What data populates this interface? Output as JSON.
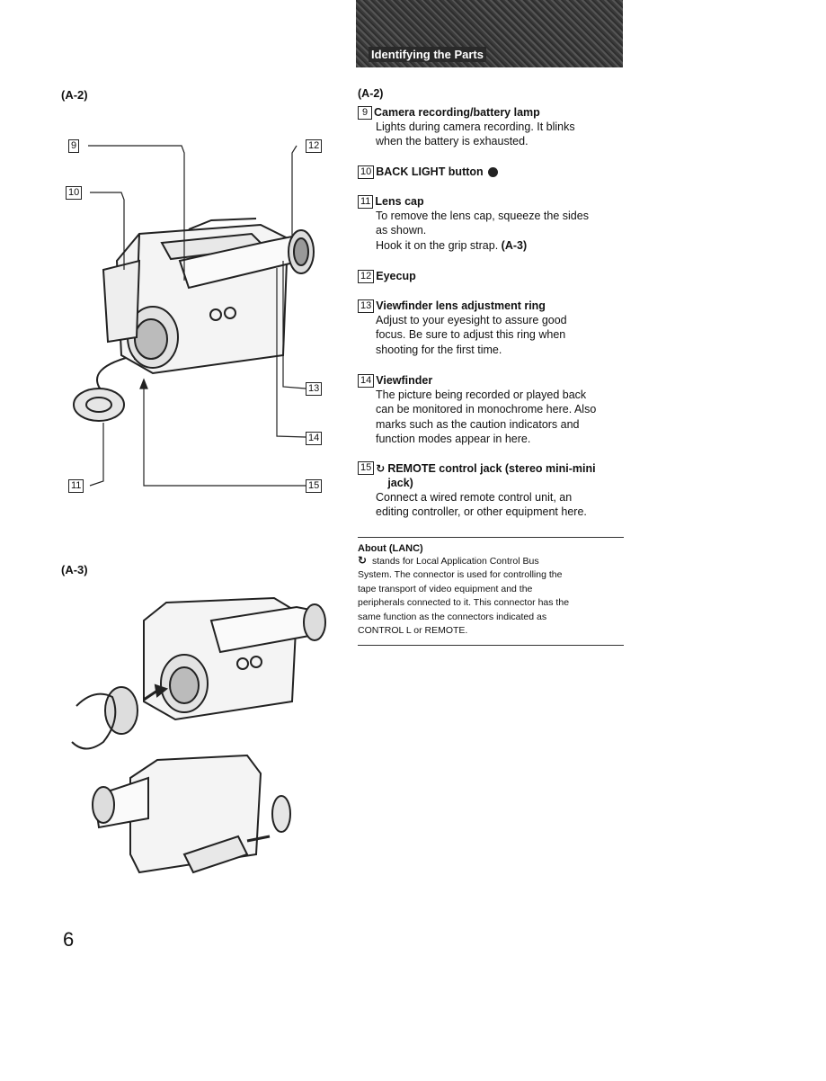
{
  "header": {
    "title": "Identifying the Parts"
  },
  "left": {
    "label_a2": "(A-2)",
    "label_a3": "(A-3)",
    "callouts": [
      "9",
      "10",
      "11",
      "12",
      "13",
      "14",
      "15"
    ]
  },
  "right": {
    "label": "(A-2)",
    "items": [
      {
        "num": "9",
        "title": "Camera recording/battery lamp",
        "desc": "Lights during camera recording. It blinks\nwhen the battery is exhausted."
      },
      {
        "num": "10",
        "title": "BACK LIGHT button",
        "desc": ""
      },
      {
        "num": "11",
        "title": "Lens cap",
        "desc": "To remove the lens cap, squeeze the sides\nas shown.\nHook it on the grip strap.",
        "ref": "(A-3)"
      },
      {
        "num": "12",
        "title": "Eyecup",
        "desc": ""
      },
      {
        "num": "13",
        "title": "Viewfinder lens adjustment ring",
        "desc": "Adjust to your eyesight to assure good\nfocus. Be sure to adjust this ring when\nshooting for the first time."
      },
      {
        "num": "14",
        "title": "Viewfinder",
        "desc": "The picture being recorded or played back\ncan be monitored in monochrome here. Also\nmarks such as the caution indicators and\nfunction modes appear in here."
      },
      {
        "num": "15",
        "title": "REMOTE control jack (stereo mini-mini\njack)",
        "desc": "Connect a wired remote control unit, an\nediting controller, or other equipment here."
      }
    ]
  },
  "note": {
    "title": "About  (LANC)",
    "body": " stands for Local Application Control Bus\nSystem. The connector is used for controlling the\ntape transport of video equipment and the\nperipherals connected to it. This connector has the\nsame function as the connectors indicated as\nCONTROL L or REMOTE."
  },
  "page_number": "6"
}
